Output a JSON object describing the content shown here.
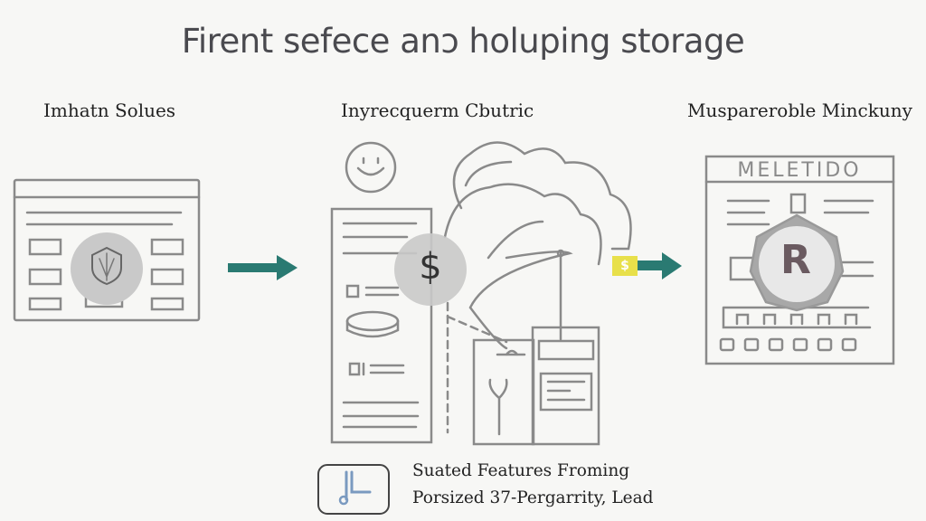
{
  "title": "Firent sefece anɔ holuping storage",
  "sections": [
    {
      "label": "Imhatn Solues"
    },
    {
      "label": "Inyrecquerm Cbutric"
    },
    {
      "label": "Muspareroble Minckuny"
    }
  ],
  "right_panel": {
    "header": "MELETIDO",
    "badge_letter": "R"
  },
  "middle": {
    "coin_symbol": "$",
    "tag_symbol": "$"
  },
  "footer": {
    "line1": "Suated Features Froming",
    "line2": "Porsized 37-Pergarrity, Lead"
  },
  "colors": {
    "arrow": "#2a7a72",
    "tag": "#e8e04a",
    "stroke": "#8a8a8a",
    "coin": "#c8c8c8"
  }
}
